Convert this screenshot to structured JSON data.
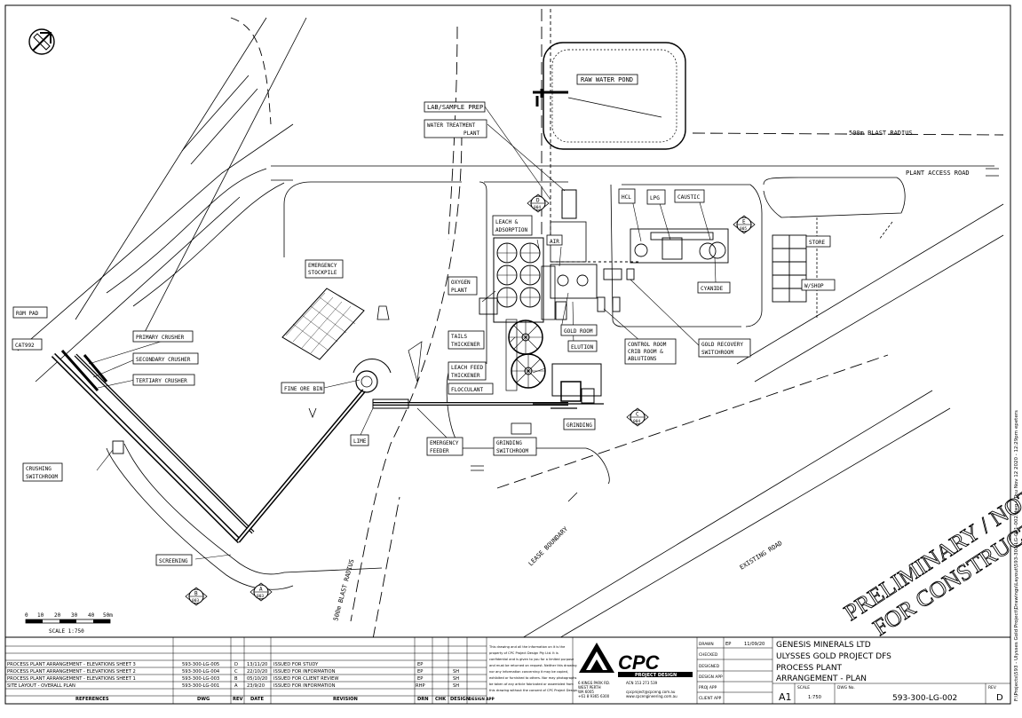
{
  "labels": {
    "raw_water_pond": "RAW WATER POND",
    "blast_radius_top": "500m BLAST RADIUS",
    "blast_radius_bottom": "500m BLAST RADIUS",
    "lab_sample_prep": "LAB/SAMPLE PREP",
    "water_treatment_1": "WATER TREATMENT",
    "water_treatment_2": "PLANT",
    "plant_access_road": "PLANT ACCESS ROAD",
    "hcl": "HCL",
    "lpg": "LPG",
    "caustic": "CAUSTIC",
    "leach_1": "LEACH &",
    "leach_2": "ADSORPTION",
    "air": "AIR",
    "store": "STORE",
    "wshop": "W/SHOP",
    "cyanide": "CYANIDE",
    "oxygen_1": "OXYGEN",
    "oxygen_2": "PLANT",
    "emergency_stockpile_1": "EMERGENCY",
    "emergency_stockpile_2": "STOCKPILE",
    "rom_pad": "ROM PAD",
    "cat992": "CAT992",
    "primary_crusher": "PRIMARY CRUSHER",
    "secondary_crusher": "SECONDARY CRUSHER",
    "tertiary_crusher": "TERTIARY CRUSHER",
    "tails_1": "TAILS",
    "tails_2": "THICKENER",
    "gold_room": "GOLD ROOM",
    "elution": "ELUTION",
    "control_1": "CONTROL ROOM",
    "control_2": "CRIB ROOM &",
    "control_3": "ABLUTIONS",
    "gold_recovery_1": "GOLD RECOVERY",
    "gold_recovery_2": "SWITCHROOM",
    "leach_feed_1": "LEACH FEED",
    "leach_feed_2": "THICKENER",
    "flocculant": "FLOCCULANT",
    "fine_ore_bin": "FINE ORE BIN",
    "grinding": "GRINDING",
    "lime": "LIME",
    "emergency_feeder_1": "EMERGENCY",
    "emergency_feeder_2": "FEEDER",
    "grinding_switchroom_1": "GRINDING",
    "grinding_switchroom_2": "SWITCHROOM",
    "crushing_switchroom_1": "CRUSHING",
    "crushing_switchroom_2": "SWITCHROOM",
    "screening": "SCREENING",
    "lease_boundary": "LEASE BOUNDARY",
    "existing_road": "EXISTING ROAD",
    "stamp_1": "PRELIMINARY / NOT",
    "stamp_2": "FOR CONSTRUCTION",
    "scale_label": "SCALE  1:750",
    "scale_ticks": [
      "0",
      "10",
      "20",
      "30",
      "40",
      "50m"
    ],
    "side_path": "F:\\Projects\\593 - Ulysses Gold Project\\Drawings\\Layout\\593-300-LG-001-002.dwg - Thu Nov 12 2020 - 12:29pm  epeters"
  },
  "section_markers": [
    {
      "letter": "D",
      "ref": "004"
    },
    {
      "letter": "E",
      "ref": "005"
    },
    {
      "letter": "C",
      "ref": "004"
    },
    {
      "letter": "B",
      "ref": "003"
    },
    {
      "letter": "A",
      "ref": "003"
    }
  ],
  "title_block": {
    "references_header": "REFERENCES",
    "dwg_header": "DWG",
    "rev_header": "REV",
    "date_header": "DATE",
    "revision_header": "REVISION",
    "drn_header": "DRN",
    "chk_header": "CHK",
    "design_header": "DESIGN",
    "design_app_header": "DESIGN APP",
    "references": [
      {
        "title": "PROCESS PLANT ARRANGEMENT - ELEVATIONS SHEET 3",
        "dwg": "593-300-LG-005"
      },
      {
        "title": "PROCESS PLANT ARRANGEMENT - ELEVATIONS SHEET 2",
        "dwg": "593-300-LG-004"
      },
      {
        "title": "PROCESS PLANT ARRANGEMENT - ELEVATIONS SHEET 1",
        "dwg": "593-300-LG-003"
      },
      {
        "title": "SITE LAYOUT - OVERALL PLAN",
        "dwg": "593-300-LG-001"
      }
    ],
    "revisions": [
      {
        "rev": "D",
        "date": "13/11/20",
        "desc": "ISSUED FOR STUDY",
        "drn": "EP",
        "chk": "",
        "design": ""
      },
      {
        "rev": "C",
        "date": "22/10/20",
        "desc": "ISSUED FOR INFORMATION",
        "drn": "EP",
        "chk": "",
        "design": "SH"
      },
      {
        "rev": "B",
        "date": "05/10/20",
        "desc": "ISSUED FOR CLIENT REVIEW",
        "drn": "EP",
        "chk": "",
        "design": "SH"
      },
      {
        "rev": "A",
        "date": "23/9/20",
        "desc": "ISSUED FOR INFORMATION",
        "drn": "RHP",
        "chk": "",
        "design": "SH"
      }
    ],
    "disclaimer": [
      "This drawing and all the information on it is the",
      "property of CPC Project Design Pty Ltd. It is",
      "confidential and is given to you for a limited purpose",
      "and must be returned on request. Neither this drawing",
      "nor any information concerning it may be copied,",
      "exhibited or furnished to others. Nor may photographs",
      "be taken of any article fabricated or assembled from",
      "this drawing without the consent of CPC Project Design."
    ],
    "company_name": "CPC",
    "company_sub": "PROJECT DESIGN",
    "address": [
      "6 KINGS PARK RD.",
      "WEST PERTH",
      "WA 6005",
      "+61 8 9365 6300"
    ],
    "acn": "ACN 153 273 539",
    "emails": [
      "cpcproject@cpceng.com.au",
      "www.cpcengineering.com.au"
    ],
    "roles": [
      "DRAWN",
      "CHECKED",
      "DESIGNED",
      "DESIGN APP",
      "PROJ APP",
      "CLIENT APP"
    ],
    "drawn_by": "EP",
    "drawn_date": "11/09/20",
    "client": "GENESIS MINERALS LTD",
    "project": "ULYSSES GOLD PROJECT DFS",
    "title1": "PROCESS PLANT",
    "title2": "ARRANGEMENT - PLAN",
    "size": "A1",
    "scale_header": "SCALE",
    "scale": "1:750",
    "dwg_no_header": "DWG No.",
    "dwg_no": "593-300-LG-002",
    "rev_no_header": "REV",
    "rev": "D"
  }
}
